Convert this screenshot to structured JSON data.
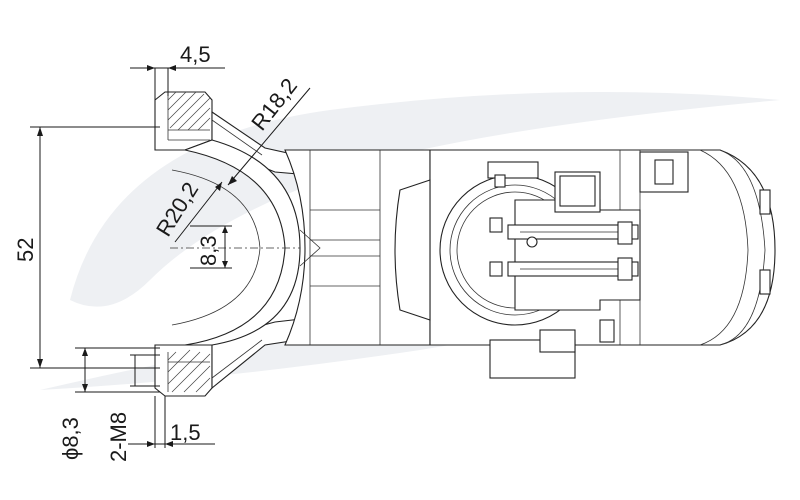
{
  "dimensions": {
    "top_width": "4,5",
    "outer_radius": "R18,2",
    "inner_radius": "R20,2",
    "height": "52",
    "center_offset": "8,3",
    "hole_dia": "ϕ8,3",
    "thread": "2-M8",
    "bottom_width": "1,5"
  },
  "colors": {
    "line": "#1a1a1a",
    "watermark": "#eef0f3"
  }
}
